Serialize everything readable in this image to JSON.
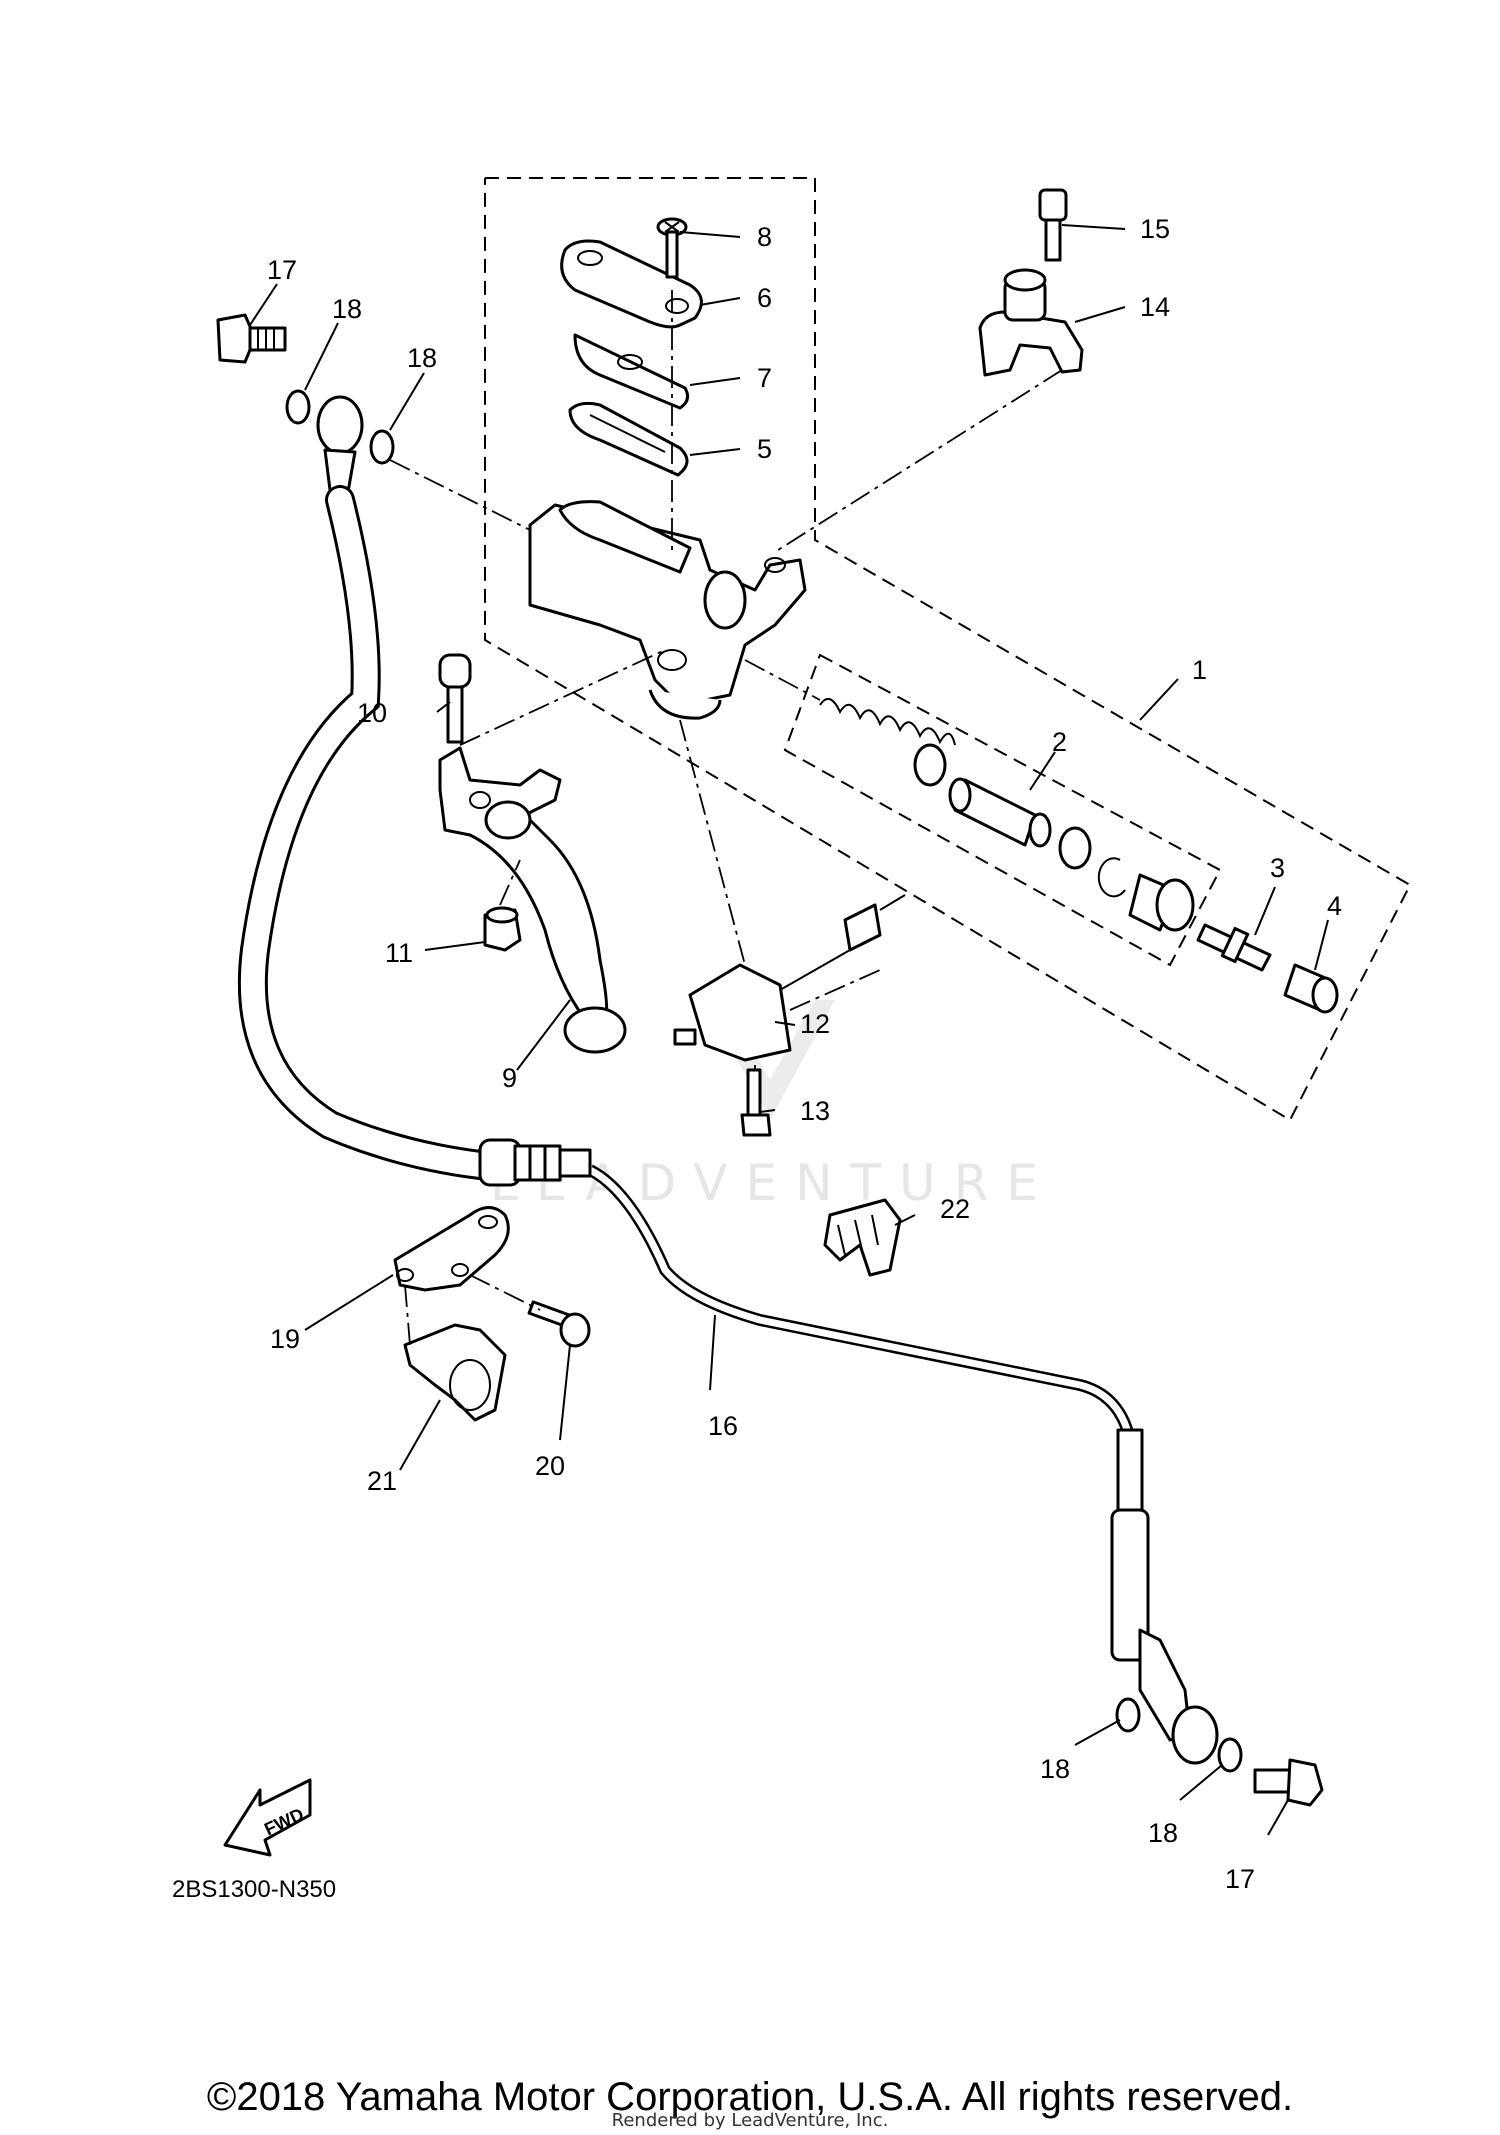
{
  "diagram": {
    "part_labels": [
      "1",
      "2",
      "3",
      "4",
      "5",
      "6",
      "7",
      "8",
      "9",
      "10",
      "11",
      "12",
      "13",
      "14",
      "15",
      "16",
      "17",
      "17",
      "18",
      "18",
      "18",
      "18",
      "19",
      "20",
      "21",
      "22"
    ],
    "diagram_code": "2BS1300-N350",
    "direction_arrow_text": "FWD",
    "watermark": "LEADVENTURE"
  },
  "footer": {
    "copyright": "©2018 Yamaha Motor Corporation, U.S.A. All rights reserved.",
    "rendered_by": "Rendered by LeadVenture, Inc."
  }
}
